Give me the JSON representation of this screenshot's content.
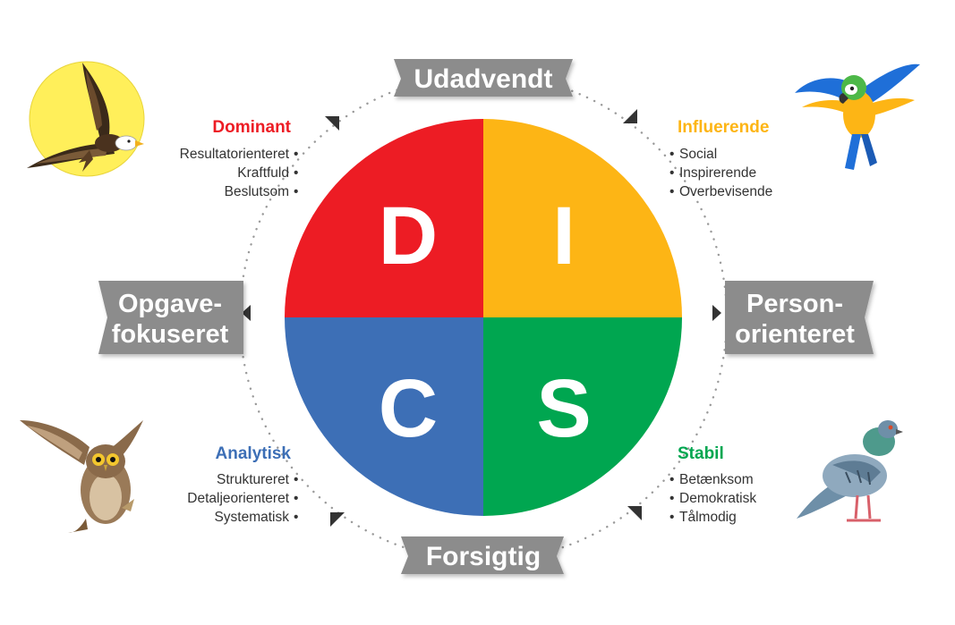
{
  "banners": {
    "top": "Udadvendt",
    "bottom": "Forsigtig",
    "left": [
      "Opgave-",
      "fokuseret"
    ],
    "right": [
      "Person-",
      "orienteret"
    ]
  },
  "quadrants": {
    "D": {
      "letter": "D",
      "title": "Dominant",
      "traits": [
        "Resultatorienteret",
        "Kraftfuld",
        "Beslutsom"
      ],
      "color": "#ED1C24",
      "animal": "eagle-icon"
    },
    "I": {
      "letter": "I",
      "title": "Influerende",
      "traits": [
        "Social",
        "Inspirerende",
        "Overbevisende"
      ],
      "color": "#FDB515",
      "animal": "parrot-icon"
    },
    "C": {
      "letter": "C",
      "title": "Analytisk",
      "traits": [
        "Struktureret",
        "Detaljeorienteret",
        "Systematisk"
      ],
      "color": "#3D6FB6",
      "animal": "owl-icon"
    },
    "S": {
      "letter": "S",
      "title": "Stabil",
      "traits": [
        "Betænksom",
        "Demokratisk",
        "Tålmodig"
      ],
      "color": "#00A650",
      "animal": "pigeon-icon"
    }
  },
  "colors": {
    "banner": "#8C8C8C",
    "dots": "#9A9A9A",
    "trait_text": "#333333"
  }
}
